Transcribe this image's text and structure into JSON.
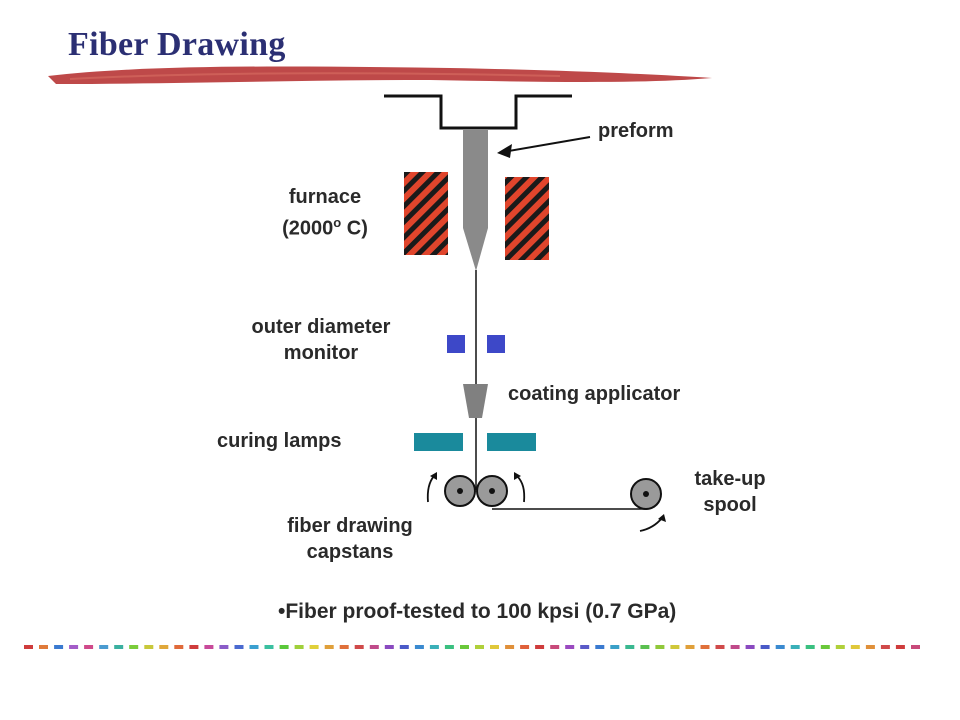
{
  "slide": {
    "title": "Fiber Drawing",
    "footnote_bullet": "•",
    "footnote": "Fiber proof-tested to 100 kpsi (0.7 GPa)"
  },
  "diagram": {
    "preform_label": "preform",
    "furnace_label_line1": "furnace",
    "furnace_label_line2_pre": "(2000",
    "furnace_label_degree": "o",
    "furnace_label_line2_post": " C)",
    "monitor_label_line1": "outer diameter",
    "monitor_label_line2": "monitor",
    "coating_label": "coating applicator",
    "curing_label": "curing lamps",
    "capstans_label_line1": "fiber drawing",
    "capstans_label_line2": "capstans",
    "spool_label_line1": "take-up",
    "spool_label_line2": "spool"
  },
  "colors": {
    "title": "#2b2f73",
    "brush_stroke": "#b83a3a",
    "furnace_fill": "#e0452c",
    "furnace_hatch": "#1a1a1a",
    "preform": "#888888",
    "monitor": "#3d48c8",
    "curing_lamp": "#1a8a9c",
    "coating": "#808080",
    "capstan": "#9a9a9a"
  },
  "divider_colors": [
    "#cf3c3c",
    "#e07a3a",
    "#3a7ad0",
    "#a35cc8",
    "#d04a8a",
    "#4a9bd0",
    "#3ab0a0",
    "#7acc3a",
    "#c8c83a",
    "#e0a83a",
    "#e06a3a",
    "#cf3c3c",
    "#c84a9a",
    "#8a5cc8",
    "#4a6ad0",
    "#3aa0d0",
    "#3ac0a0",
    "#5ac83a",
    "#a0d03a",
    "#e0d03a",
    "#e0a03a",
    "#e0703a",
    "#d04a4a",
    "#c04a8a",
    "#8a4ac0",
    "#4a5ac8",
    "#3a8ad0",
    "#3ab0b8",
    "#3ac080",
    "#6ac83a",
    "#b0d03a",
    "#e0c83a",
    "#e0903a",
    "#e0603a",
    "#cf3c3c",
    "#c84a7a",
    "#9a4ac0",
    "#5a5ac8",
    "#3a7ad0",
    "#3aa0c8",
    "#3ab890",
    "#5ac050",
    "#90c83a",
    "#d0c83a",
    "#e0a03a",
    "#e0703a",
    "#d04a4a",
    "#c04a8a",
    "#8a4ac0",
    "#4a5ac8",
    "#3a8ad0",
    "#3ab0b8",
    "#3ac080",
    "#6ac83a",
    "#b0d03a",
    "#e0c83a",
    "#e0903a",
    "#d04a4a",
    "#cf3c3c",
    "#c84a7a"
  ]
}
